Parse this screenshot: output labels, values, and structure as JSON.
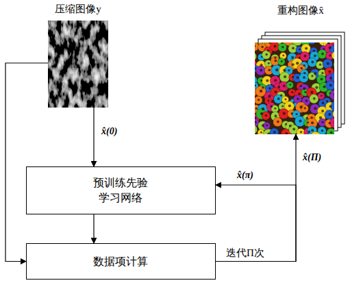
{
  "diagram": {
    "nodes": [
      {
        "text": [
          "压缩图像y"
        ]
      },
      {
        "text": [
          "重构图像x̂"
        ]
      },
      {
        "text": [
          "预训练先验 学习网络"
        ]
      },
      {
        "text": [
          "数据项计算"
        ]
      }
    ],
    "edges": [
      {
        "from": 0,
        "to": 2,
        "arrow": "to",
        "label": "x̂(0)"
      },
      {
        "from": 2,
        "to": 3,
        "arrow": "to"
      },
      {
        "from": 0,
        "to": 3,
        "arrow": "to"
      },
      {
        "from": 3,
        "to": 1,
        "arrow": "to",
        "label": "x̂(Π)"
      },
      {
        "from": 3,
        "to": 2,
        "arrow": "to",
        "label": "x̂(π)"
      }
    ],
    "labels": [
      "迭代Π次"
    ]
  }
}
